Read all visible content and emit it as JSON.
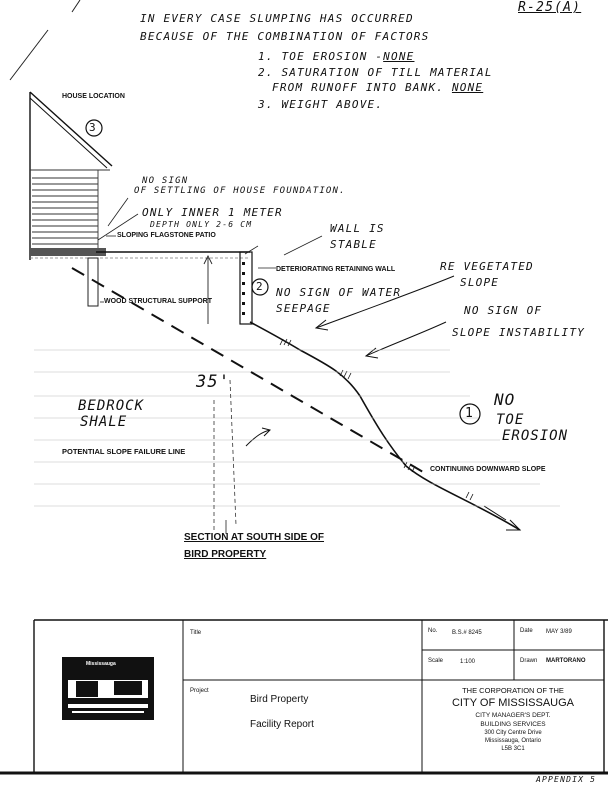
{
  "ref_number": "R-25(a)",
  "notes": {
    "line1": "In every case slumping has occurred",
    "line2": "because of the combination of      factors",
    "item1_prefix": "1. Toe erosion -",
    "item1_value": "None",
    "item2a": "2. Saturation of till material",
    "item2b_prefix": "from runoff into bank.",
    "item2b_value": "None",
    "item3": "3. Weight above."
  },
  "diagram": {
    "house_location": "House Location",
    "marker_3": "3",
    "marker_2": "2",
    "marker_1": "1",
    "no_sign_settling_1": "No sign",
    "no_sign_settling_2": "of settling of house foundation.",
    "only_inner_1": "Only inner 1 meter",
    "only_inner_2": "depth only 2-6 cm",
    "sloping_patio": "Sloping flagstone patio",
    "wall_is_stable_1": "Wall is",
    "wall_is_stable_2": "stable",
    "retaining_wall": "Deteriorating retaining wall",
    "no_water_1": "No sign of water",
    "no_water_2": "seepage",
    "revegetated_1": "Re vegetated",
    "revegetated_2": "slope",
    "no_instability_1": "No sign of",
    "no_instability_2": "slope instability",
    "wood_support": "Wood structural support",
    "depth_35": "35'",
    "bedrock_1": "Bedrock",
    "bedrock_2": "shale",
    "failure_line": "Potential slope failure line",
    "no_toe_1": "No",
    "no_toe_2": "toe",
    "no_toe_3": "erosion",
    "downward_slope": "Continuing downward slope",
    "section_1": "Section at south side of",
    "section_2": "Bird property"
  },
  "title_block": {
    "logo_text": "Mississauga",
    "title_label": "Title",
    "project_label": "Project",
    "project_line1": "Bird Property",
    "project_line2": "Facility Report",
    "no_label": "No.",
    "no_value": "B.S.# 8245",
    "date_label": "Date",
    "date_value": "MAY 3/89",
    "scale_label": "Scale",
    "scale_value": "1:100",
    "drawn_label": "Drawn",
    "drawn_value": "MARTORANO",
    "corp_line": "The Corporation of the",
    "city_line": "City of Mississauga",
    "dept_line1": "City Manager's Dept.",
    "dept_line2": "Building Services",
    "addr_line1": "300 City Centre Drive",
    "addr_line2": "Mississauga, Ontario",
    "addr_line3": "L5B 3C1"
  },
  "footer_text": "Appendix 5"
}
